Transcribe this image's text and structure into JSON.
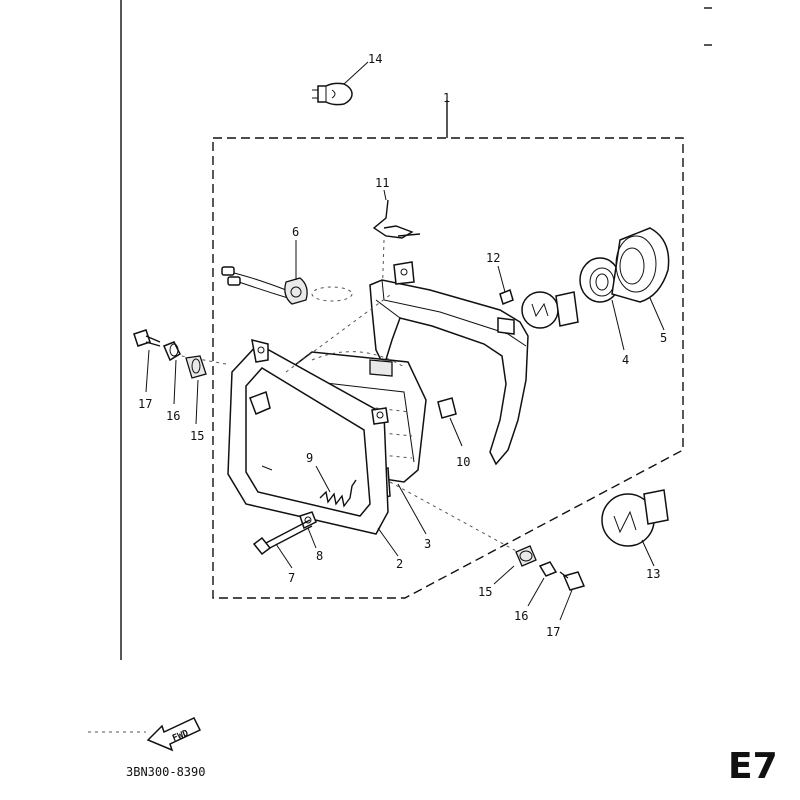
{
  "diagram": {
    "part_numbers": {
      "p1": "1",
      "p2": "2",
      "p3": "3",
      "p4": "4",
      "p5": "5",
      "p6": "6",
      "p7": "7",
      "p8": "8",
      "p9": "9",
      "p10": "10",
      "p11": "11",
      "p12": "12",
      "p13": "13",
      "p14": "14",
      "p15a": "15",
      "p16a": "16",
      "p17a": "17",
      "p15b": "15",
      "p16b": "16",
      "p17b": "17"
    },
    "fwd_label": "FWD",
    "catalog_code": "3BN300-8390",
    "page_code": "E7"
  }
}
